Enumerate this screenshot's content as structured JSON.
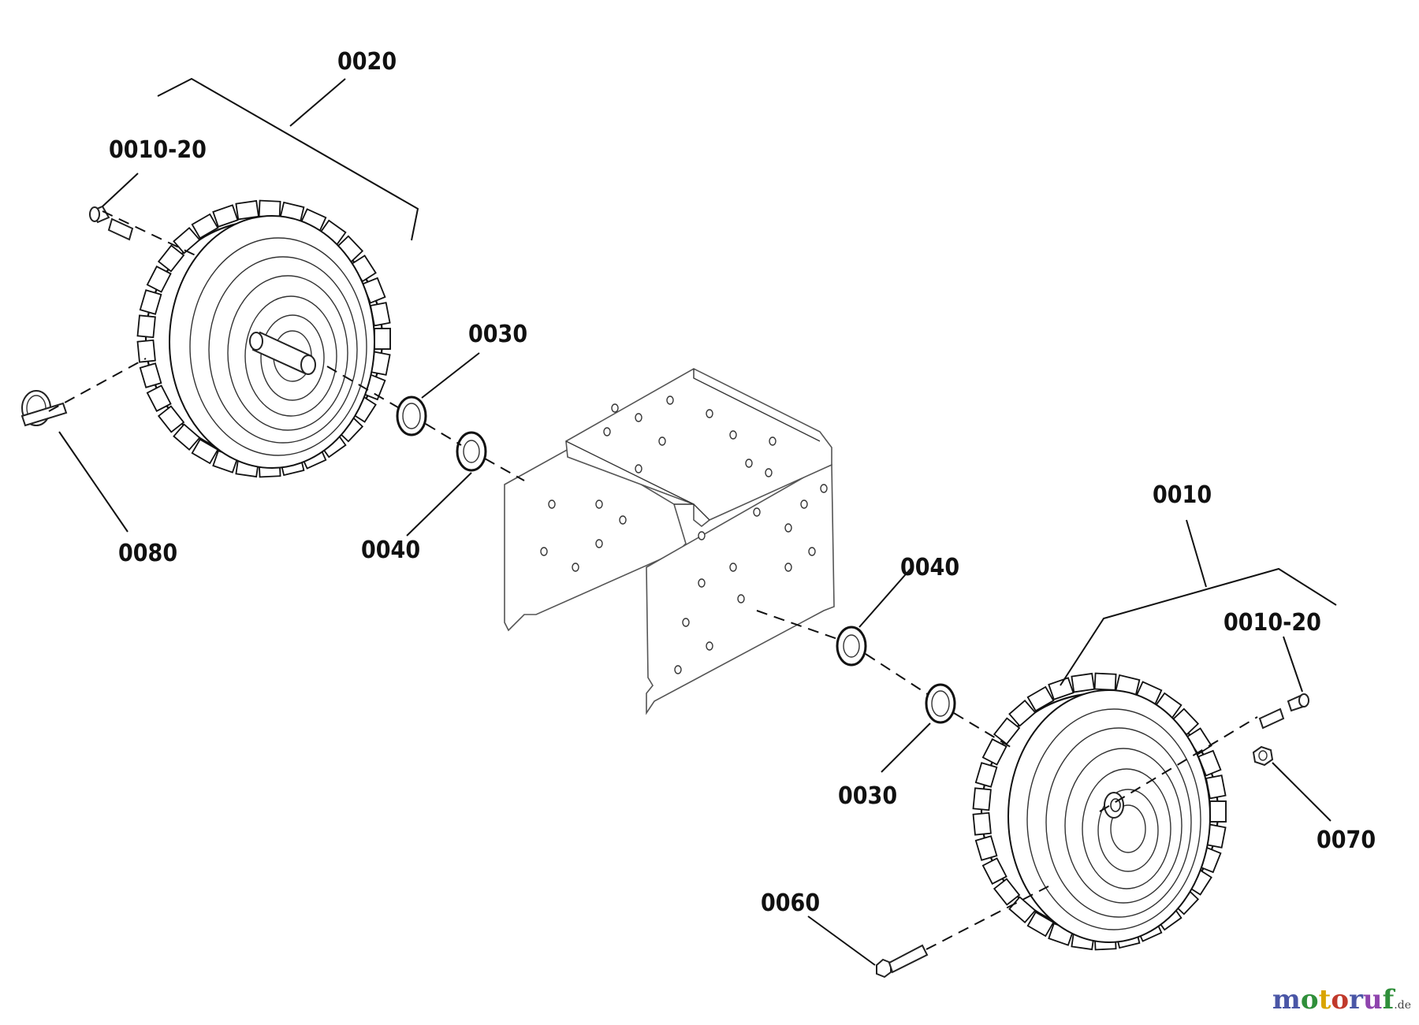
{
  "labels": {
    "part_0020": "0020",
    "part_0010_20_top": "0010-20",
    "part_0080": "0080",
    "part_0030_top": "0030",
    "part_0040_top": "0040",
    "part_0010": "0010",
    "part_0040_bottom": "0040",
    "part_0010_20_bottom": "0010-20",
    "part_0030_bottom": "0030",
    "part_0070": "0070",
    "part_0060": "0060"
  },
  "watermark": {
    "brand": "motoruf",
    "suffix": ".de",
    "colors": [
      "#4a56a6",
      "#2f8f3a",
      "#d9a400",
      "#c0392b",
      "#4a56a6",
      "#8e44ad",
      "#2f8f3a"
    ]
  }
}
